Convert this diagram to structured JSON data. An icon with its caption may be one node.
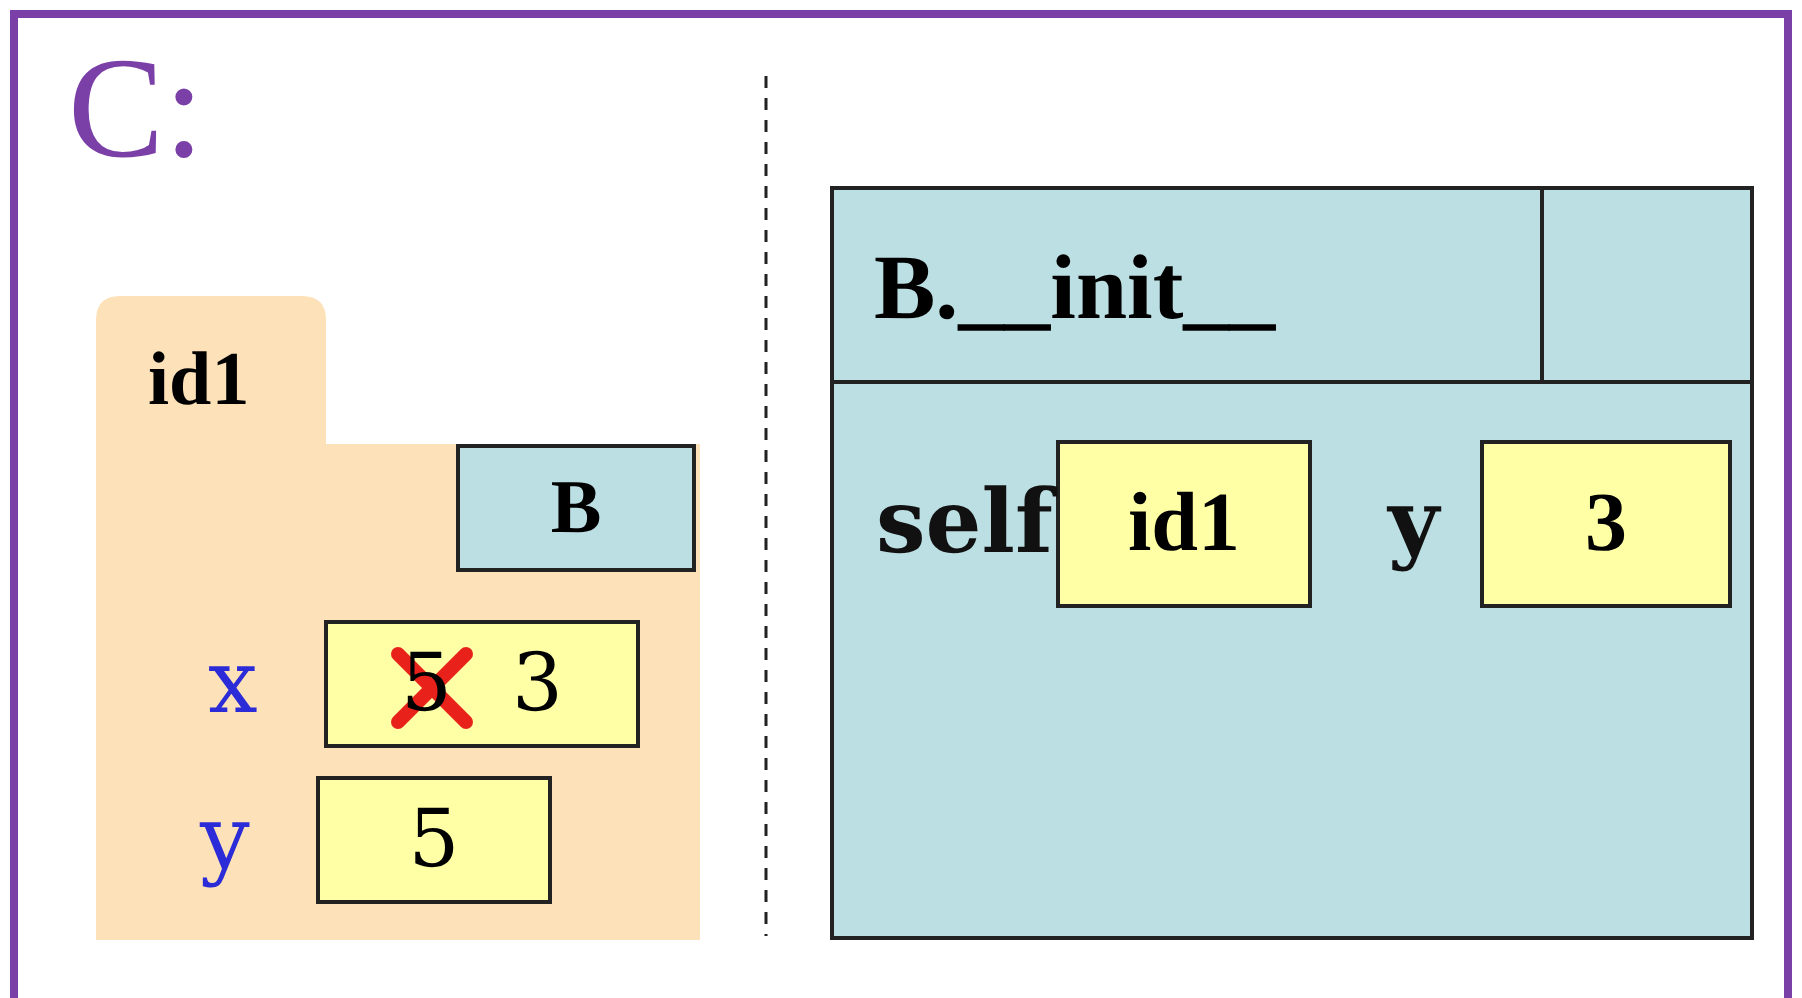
{
  "diagram": {
    "title": "C:",
    "nodes": [
      {
        "text": [
          "id1"
        ]
      },
      {
        "text": [
          "B"
        ],
        "in": 0
      },
      {
        "text": [
          "5",
          "3"
        ],
        "in": 0,
        "beside": [
          "x"
        ]
      },
      {
        "text": [
          "5"
        ],
        "in": 0,
        "beside": [
          "y"
        ]
      },
      {
        "text": [
          "B.__init__"
        ]
      },
      {
        "text": [],
        "shape": "box",
        "in": 4
      },
      {
        "text": [
          "id1"
        ],
        "in": 4,
        "beside": [
          "self"
        ]
      },
      {
        "text": [
          "3"
        ],
        "in": 4,
        "beside": [
          "y"
        ]
      }
    ],
    "edges": []
  }
}
